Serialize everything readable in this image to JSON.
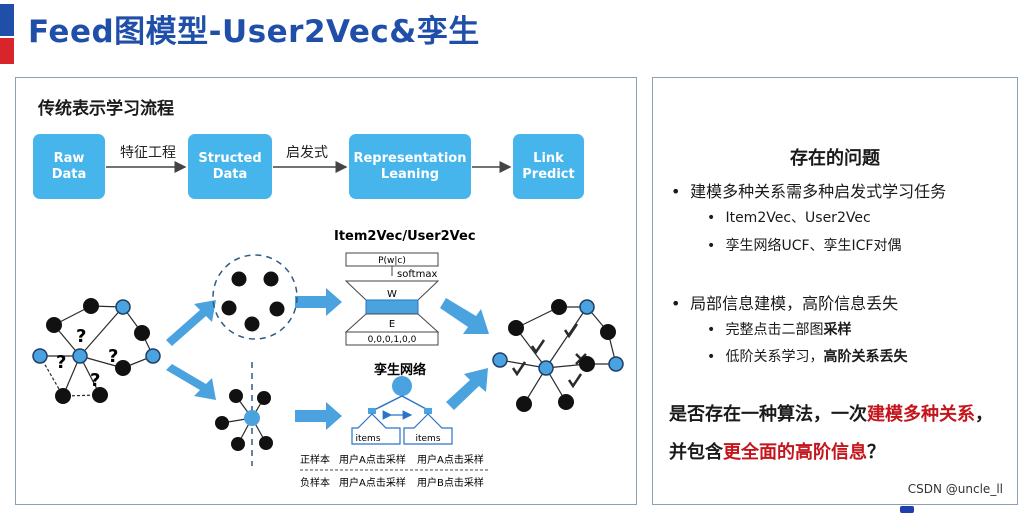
{
  "slide": {
    "title": "Feed图模型-User2Vec&孪生",
    "colors": {
      "title": "#1f4fa8",
      "accent_blue": "#1f4fa8",
      "accent_red": "#d8252c",
      "box": "#46b5ec",
      "highlight_red": "#c4151c"
    }
  },
  "left_panel": {
    "title": "传统表示学习流程",
    "pipeline": {
      "stages": [
        "Raw\nData",
        "Structed\nData",
        "Representation\nLeaning",
        "Link\nPredict"
      ],
      "edge_labels": [
        "特征工程",
        "启发式",
        ""
      ]
    },
    "item2vec": {
      "title": "Item2Vec/User2Vec",
      "top_label": "P(w|c)",
      "softmax_label": "softmax",
      "w_label": "W",
      "e_label": "E",
      "input_vector": "0,0,0,1,0,0"
    },
    "twin": {
      "title": "孪生网络",
      "left_items": "items",
      "right_items": "items",
      "positive_label": "正样本",
      "positive_left": "用户A点击采样",
      "positive_right": "用户A点击采样",
      "negative_label": "负样本",
      "negative_left": "用户A点击采样",
      "negative_right": "用户B点击采样"
    },
    "question_mark": "?"
  },
  "right_panel": {
    "title": "存在的问题",
    "bullets": [
      {
        "text": "建模多种关系需多种启发式学习任务",
        "subs": [
          "Item2Vec、User2Vec",
          "孪生网络UCF、孪生ICF对偶"
        ]
      },
      {
        "text": "局部信息建模，高阶信息丢失",
        "subs": []
      }
    ],
    "sub_b2_1_plain": "完整点击二部图",
    "sub_b2_1_bold": "采样",
    "sub_b2_2_plain": "低阶关系学习，",
    "sub_b2_2_bold": "高阶关系丢失",
    "bullet_symbol": "•",
    "conclusion": {
      "part1": "是否存在一种算法，一次",
      "part2_red": "建模多种关系",
      "part3": "，并包含",
      "part4_red": "更全面的高阶信息",
      "part5": "？"
    }
  },
  "watermark": "CSDN @uncle_ll"
}
